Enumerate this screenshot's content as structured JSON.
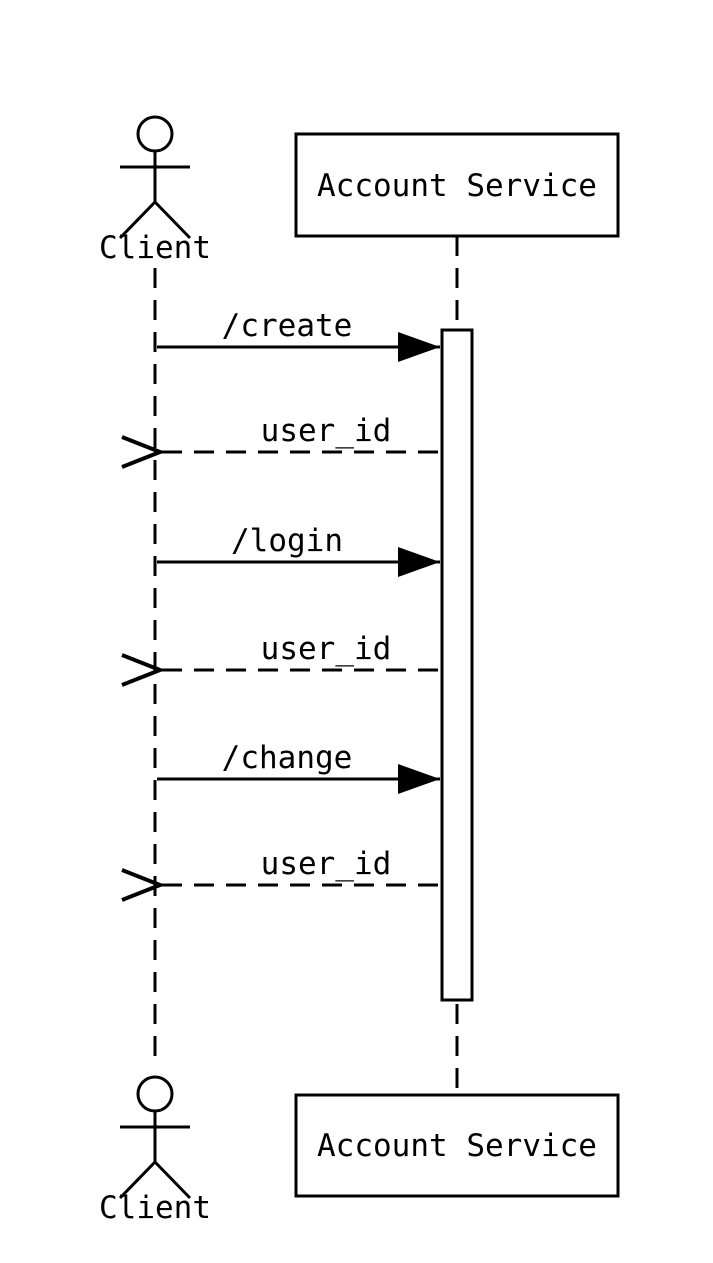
{
  "participants": {
    "client": {
      "label": "Client",
      "kind": "actor"
    },
    "service": {
      "label": "Account Service",
      "kind": "box"
    }
  },
  "messages": [
    {
      "label": "/create",
      "direction": "request",
      "style": "solid"
    },
    {
      "label": "user_id",
      "direction": "response",
      "style": "dashed"
    },
    {
      "label": "/login",
      "direction": "request",
      "style": "solid"
    },
    {
      "label": "user_id",
      "direction": "response",
      "style": "dashed"
    },
    {
      "label": "/change",
      "direction": "request",
      "style": "solid"
    },
    {
      "label": "user_id",
      "direction": "response",
      "style": "dashed"
    }
  ],
  "colors": {
    "stroke": "#000000",
    "background": "#ffffff"
  }
}
